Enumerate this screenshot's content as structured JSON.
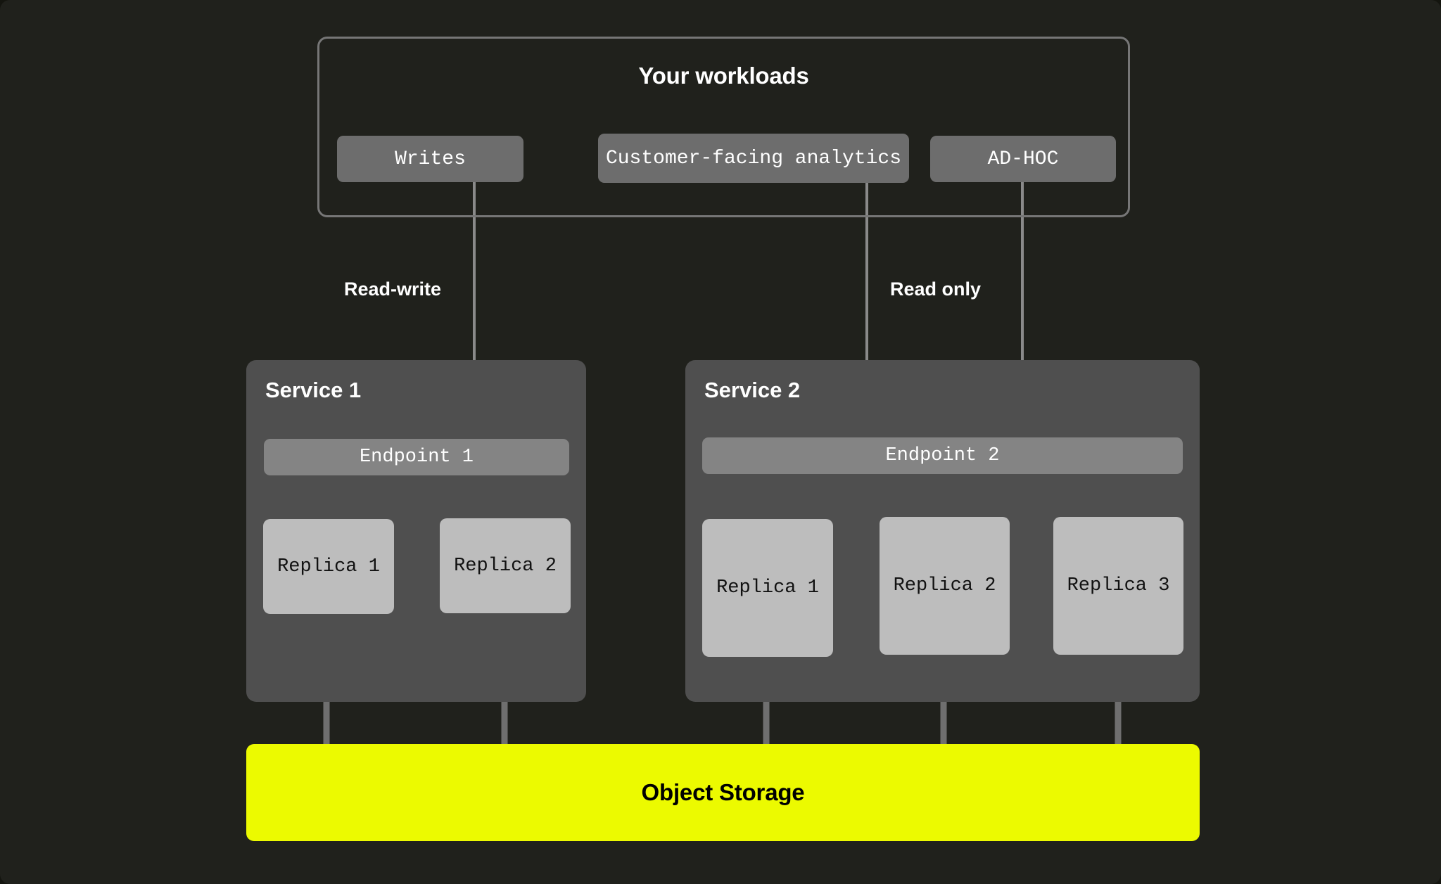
{
  "diagram": {
    "background_color": "#20211c",
    "accent_color": "#ecfa00"
  },
  "workloads": {
    "title": "Your workloads",
    "chips": [
      {
        "label": "Writes"
      },
      {
        "label": "Customer-facing analytics"
      },
      {
        "label": "AD-HOC"
      }
    ]
  },
  "flows": [
    {
      "label": "Read-write"
    },
    {
      "label": "Read only"
    }
  ],
  "services": [
    {
      "title": "Service 1",
      "endpoint": "Endpoint 1",
      "replicas": [
        {
          "label": "Replica 1"
        },
        {
          "label": "Replica 2"
        }
      ]
    },
    {
      "title": "Service 2",
      "endpoint": "Endpoint 2",
      "replicas": [
        {
          "label": "Replica 1"
        },
        {
          "label": "Replica 2"
        },
        {
          "label": "Replica 3"
        }
      ]
    }
  ],
  "storage": {
    "label": "Object Storage"
  }
}
